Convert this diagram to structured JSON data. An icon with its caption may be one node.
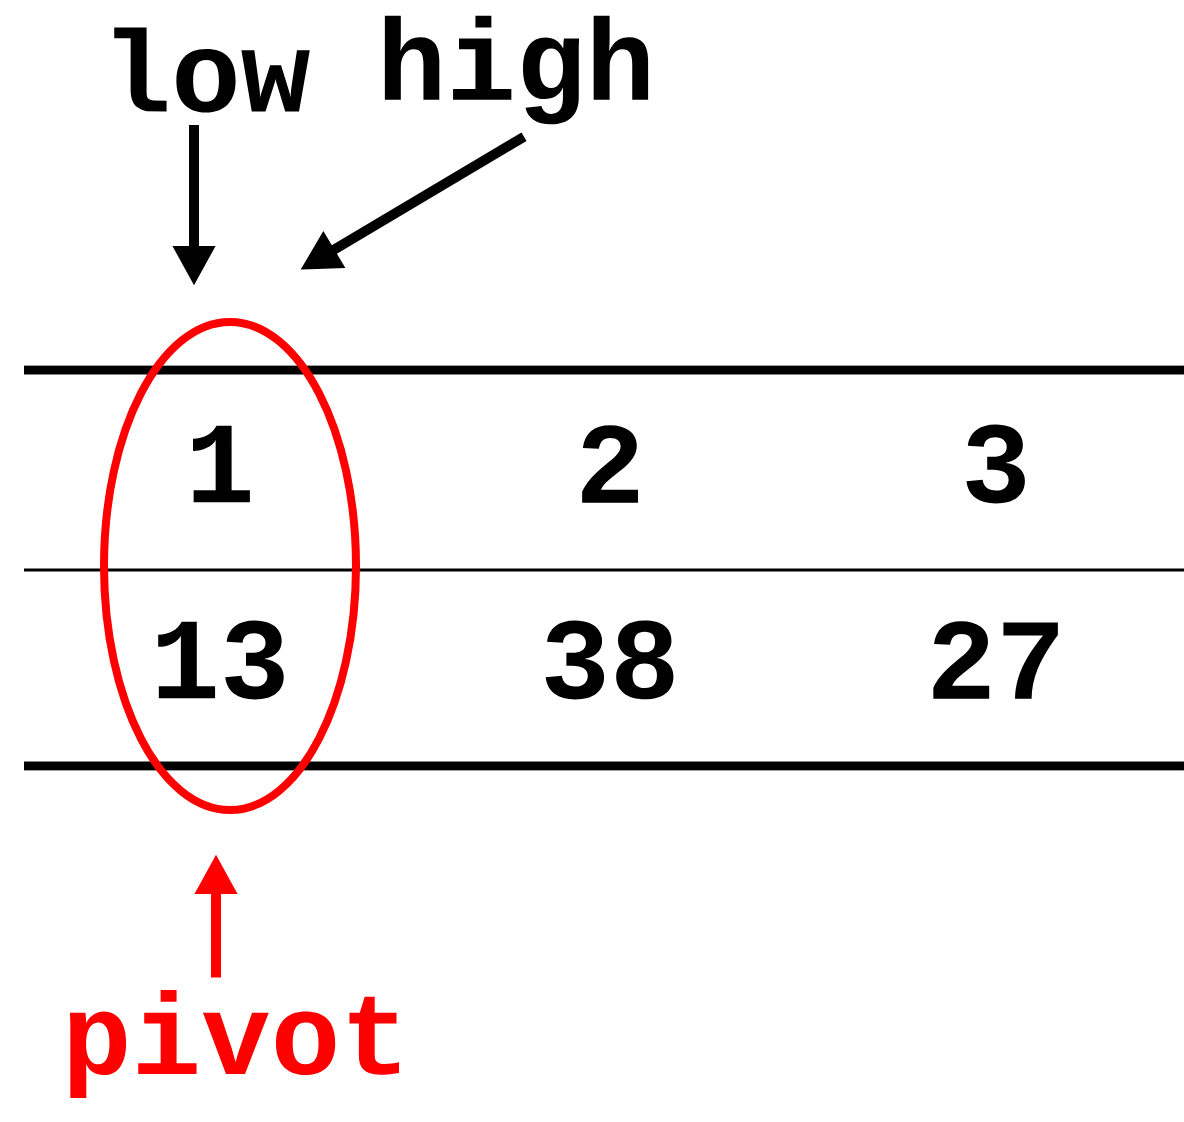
{
  "diagram": {
    "nodes": [
      {
        "text": [
          "low"
        ]
      },
      {
        "text": [
          "high"
        ]
      },
      {
        "text": [],
        "shape": "ellipse"
      },
      {
        "text": [
          "pivot"
        ]
      }
    ],
    "edges": [
      {
        "from": 0,
        "to": 2,
        "arrow": "to"
      },
      {
        "from": 1,
        "to": 2,
        "arrow": "to"
      },
      {
        "from": 3,
        "to": 2,
        "arrow": "to",
        "color": "#ff0000"
      }
    ],
    "labels": [
      "1",
      "2",
      "3",
      "13",
      "38",
      "27"
    ]
  }
}
